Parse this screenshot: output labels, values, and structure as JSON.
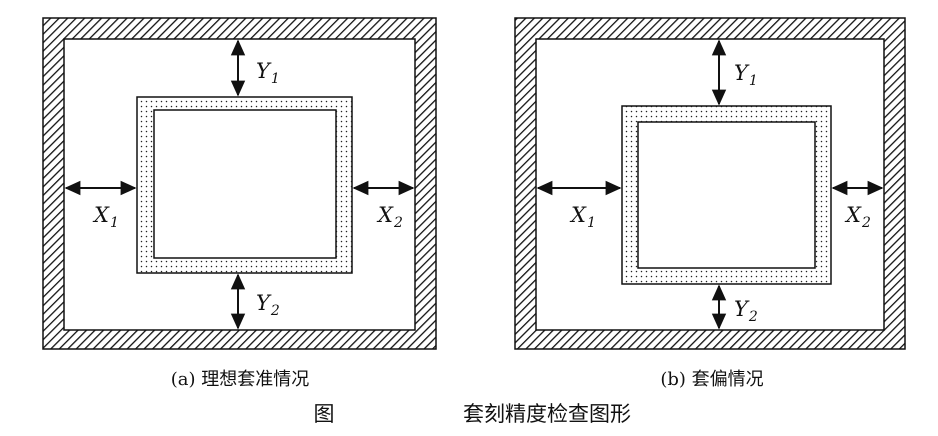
{
  "diagram_a": {
    "caption": "(a) 理想套准情况",
    "x1_main": "X",
    "x1_sub": "1",
    "x2_main": "X",
    "x2_sub": "2",
    "y1_main": "Y",
    "y1_sub": "1",
    "y2_main": "Y",
    "y2_sub": "2"
  },
  "diagram_b": {
    "caption": "(b) 套偏情况",
    "x1_main": "X",
    "x1_sub": "1",
    "x2_main": "X",
    "x2_sub": "2",
    "y1_main": "Y",
    "y1_sub": "1",
    "y2_main": "Y",
    "y2_sub": "2"
  },
  "figure": {
    "label": "图",
    "title": "套刻精度检查图形"
  }
}
